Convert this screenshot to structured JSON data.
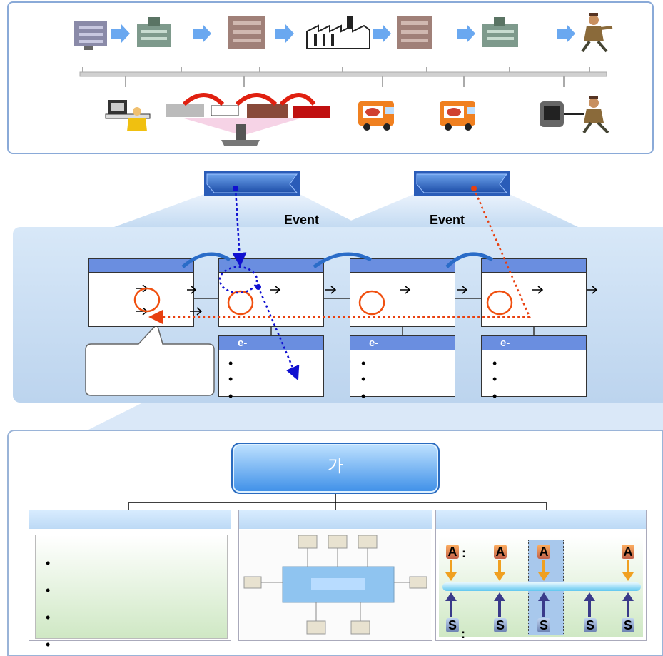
{
  "events": {
    "left_label": "Event",
    "right_label": "Event"
  },
  "flow_boxes": {
    "sub_header_prefix": "e-"
  },
  "bullet_char": "•",
  "bottom": {
    "title": "가",
    "matrix": {
      "a_label": "A",
      "s_label": "S",
      "a_colon": ":",
      "s_colon": ":"
    }
  },
  "colors": {
    "accent_blue": "#6a8ee0",
    "event_blue": "#1010d0",
    "event_red": "#e84010",
    "circle_red": "#f05010"
  }
}
